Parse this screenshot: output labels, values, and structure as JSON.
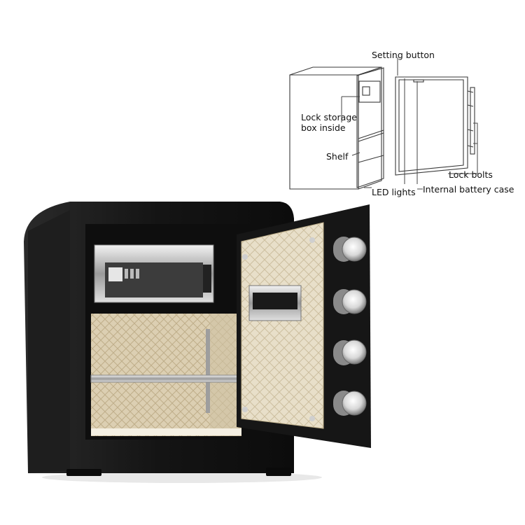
{
  "diagram": {
    "labels": {
      "setting_button": "Setting button",
      "lock_storage_box": "Lock storage box inside",
      "shelf": "Shelf",
      "led_lights": "LED lights",
      "internal_battery_case": "Internal battery case",
      "lock_bolts": "Lock bolts"
    }
  },
  "colors": {
    "safe_body": "#141414",
    "interior_lining": "#e6dcc5",
    "quilt_line": "#c9bb9c",
    "steel": "#c9c9c9",
    "line_art": "#3a3a3a"
  }
}
